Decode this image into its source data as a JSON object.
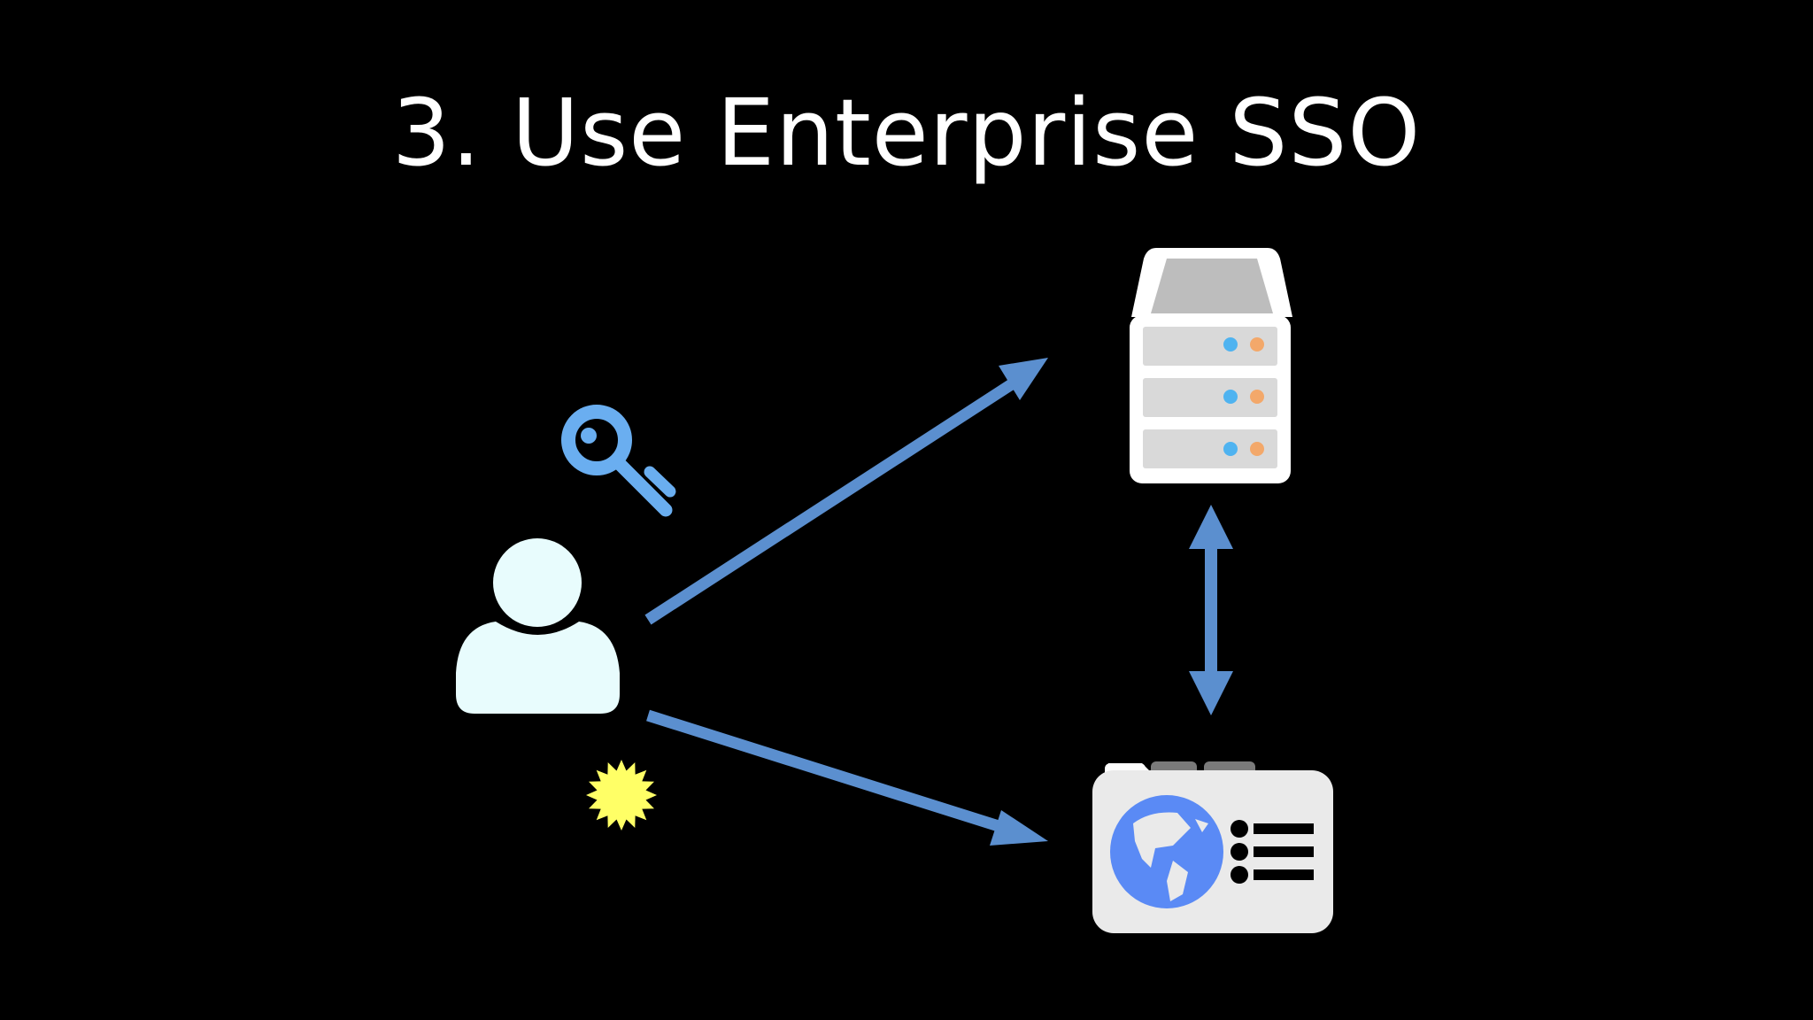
{
  "slide": {
    "title": "3. Use Enterprise SSO"
  },
  "diagram": {
    "nodes": [
      {
        "id": "user",
        "icon": "user-icon"
      },
      {
        "id": "key",
        "icon": "key-icon"
      },
      {
        "id": "badge",
        "icon": "burst-icon"
      },
      {
        "id": "server",
        "icon": "server-rack-icon"
      },
      {
        "id": "web-app",
        "icon": "web-browser-icon"
      }
    ],
    "edges": [
      {
        "from": "user",
        "to": "server",
        "direction": "forward"
      },
      {
        "from": "user",
        "to": "web-app",
        "direction": "forward"
      },
      {
        "from": "server",
        "to": "web-app",
        "direction": "both"
      }
    ]
  },
  "colors": {
    "background": "#000000",
    "arrow": "#5b8fcf",
    "user": "#e8fcfd",
    "key": "#6aaef0",
    "burst": "#ffff66",
    "server_body": "#d9d9d9",
    "server_led_blue": "#4fb3f0",
    "server_led_orange": "#f3a86a",
    "globe": "#5a8af5",
    "browser_body": "#eaeaea"
  }
}
